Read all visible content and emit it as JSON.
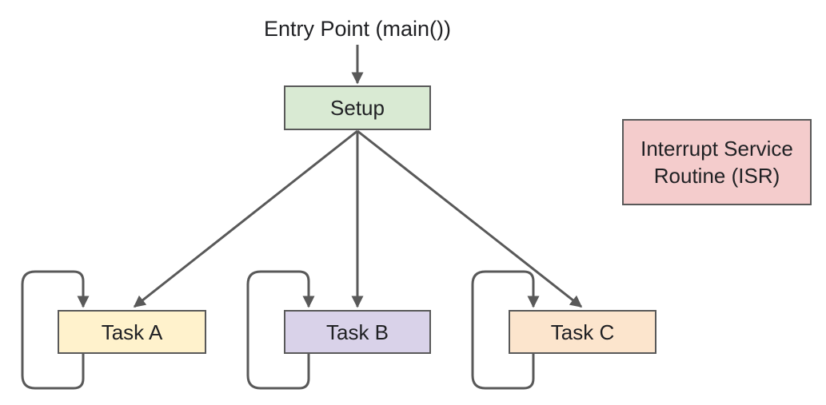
{
  "diagram": {
    "entry_point": "Entry Point (main())",
    "nodes": {
      "setup": "Setup",
      "task_a": "Task A",
      "task_b": "Task B",
      "task_c": "Task C",
      "isr_line1": "Interrupt Service",
      "isr_line2": "Routine (ISR)"
    },
    "edges": [
      {
        "from": "entry_point",
        "to": "setup"
      },
      {
        "from": "setup",
        "to": "task_a"
      },
      {
        "from": "setup",
        "to": "task_b"
      },
      {
        "from": "setup",
        "to": "task_c"
      },
      {
        "from": "task_a",
        "to": "task_a",
        "kind": "loop"
      },
      {
        "from": "task_b",
        "to": "task_b",
        "kind": "loop"
      },
      {
        "from": "task_c",
        "to": "task_c",
        "kind": "loop"
      }
    ],
    "colors": {
      "setup": "#d9ead3",
      "task_a": "#fff2cc",
      "task_b": "#d9d2e9",
      "task_c": "#fce5cd",
      "isr": "#f4cccc",
      "stroke": "#595959"
    }
  }
}
